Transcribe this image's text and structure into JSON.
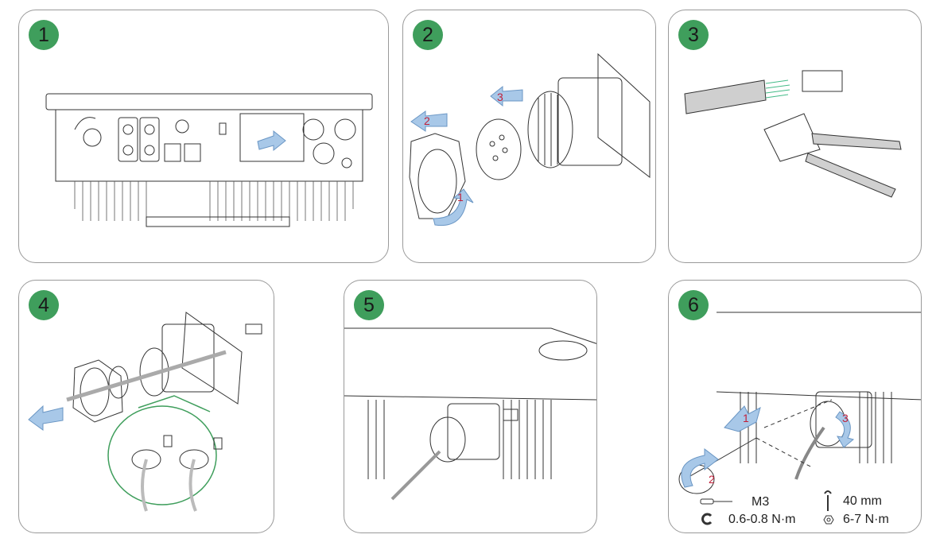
{
  "steps": [
    {
      "number": "1"
    },
    {
      "number": "2"
    },
    {
      "number": "3"
    },
    {
      "number": "4"
    },
    {
      "number": "5"
    },
    {
      "number": "6"
    }
  ],
  "step2_arrows": [
    "1",
    "2",
    "3"
  ],
  "step6_arrows": [
    "1",
    "2",
    "3"
  ],
  "specs": {
    "screw_size": "M3",
    "screw_torque": "0.6-0.8 N·m",
    "wrench_size": "40 mm",
    "nut_torque": "6-7 N·m"
  },
  "colors": {
    "badge": "#3f9e5c",
    "arrow": "#a8c8e8",
    "arrow_stroke": "#6a96c4",
    "callout": "#3f9e5c",
    "arrow_number": "#c0203a"
  },
  "icons": [
    "screwdriver-icon",
    "torque-icon",
    "wrench-icon",
    "nut-icon"
  ]
}
